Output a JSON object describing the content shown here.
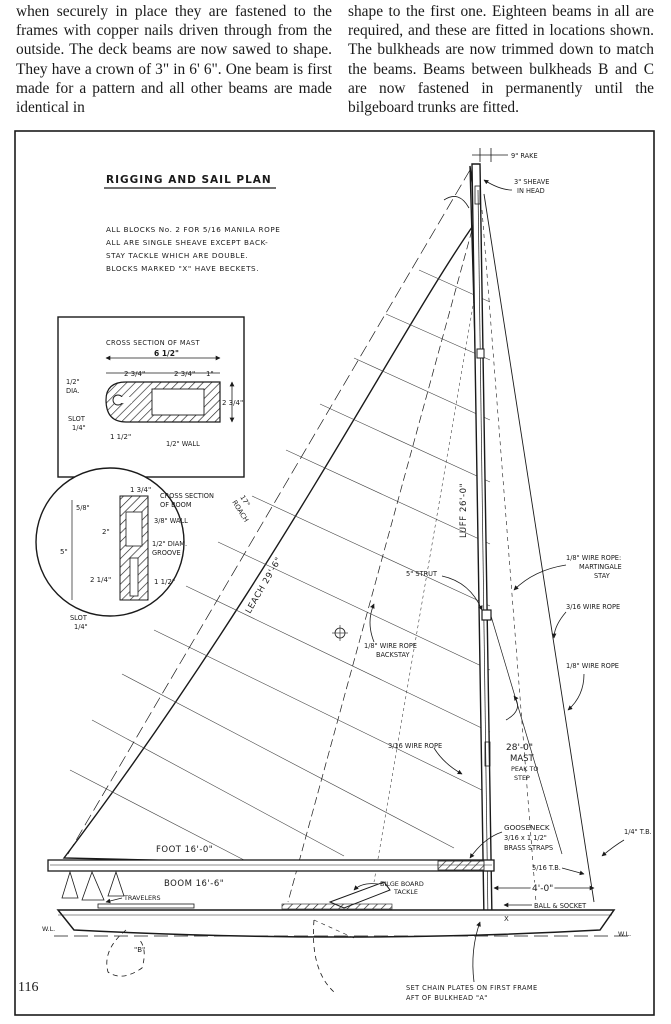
{
  "text_columns": {
    "left": "when securely in place they are fastened to the frames with copper nails driven through from the outside. The deck beams are now sawed to shape. They have a crown of 3\" in 6' 6\". One beam is first made for a pattern and all other beams are made identical in",
    "right": "shape to the first one. Eighteen beams in all are required, and these are fitted in locations shown. The bulkheads are now trimmed down to match the beams. Beams between bulkheads B and C are now fastened in permanently until the bilgeboard trunks are fitted."
  },
  "plan": {
    "title": "RIGGING AND SAIL PLAN",
    "notes": [
      "ALL BLOCKS No. 2 FOR 5/16 MANILA ROPE",
      "ALL ARE SINGLE SHEAVE EXCEPT BACK-",
      "STAY TACKLE WHICH ARE DOUBLE.",
      "BLOCKS MARKED \"X\" HAVE BECKETS."
    ]
  },
  "mast_section": {
    "title": "CROSS SECTION OF MAST",
    "overall_width": "6 1/2\"",
    "dim_a": "2 3/4\"",
    "dim_b": "2 3/4\"",
    "dim_c": "1\"",
    "depth": "2 3/4\"",
    "hole_label_1": "1/2\"",
    "hole_label_2": "DIA.",
    "slot_label": "SLOT",
    "slot_size": "1/4\"",
    "slot_depth": "1 1/2\"",
    "wall": "1/2\" WALL"
  },
  "boom_section": {
    "title_1": "CROSS SECTION",
    "title_2": "OF BOOM",
    "width": "1 3/4\"",
    "left_dim": "5/8\"",
    "wall": "3/8\" WALL",
    "upper_height": "2\"",
    "groove_1": "1/2\" DIAM.",
    "groove_2": "GROOVE",
    "total_height": "5\"",
    "lower_height": "2 1/4\"",
    "slot_depth": "1 1/2\"",
    "slot_label": "SLOT",
    "slot_size": "1/4\""
  },
  "labels": {
    "rake": "9\" RAKE",
    "sheave_1": "3\" SHEAVE",
    "sheave_2": "IN HEAD",
    "roach_1": "17\"",
    "roach_2": "ROACH",
    "luff": "LUFF 26'-0\"",
    "leach": "LEACH 29'-6\"",
    "strut": "5\" STRUT",
    "martingale_1": "1/8\" WIRE ROPE:",
    "martingale_2": "MARTINGALE",
    "martingale_3": "STAY",
    "wire_right_1": "3/16 WIRE ROPE",
    "wire_right_2": "1/8\" WIRE ROPE",
    "backstay_1": "1/8\" WIRE ROPE",
    "backstay_2": "BACKSTAY",
    "wire_mid": "3/16 WIRE ROPE",
    "mast_1": "28'-0\"",
    "mast_2": "MAST",
    "mast_3": "PEAK TO",
    "mast_4": "STEP",
    "gooseneck_1": "GOOSENECK",
    "gooseneck_2": "3/16 x 1 1/2\"",
    "gooseneck_3": "BRASS STRAPS",
    "tb_1": "1/4\" T.B.",
    "tb_2": "5/16 T.B.",
    "foot": "FOOT 16'-0\"",
    "boom": "BOOM 16'-6\"",
    "travelers": "TRAVELERS",
    "bilge_1": "BILGE BOARD",
    "bilge_2": "TACKLE",
    "four_ft": "4'-0\"",
    "ball_socket": "BALL & SOCKET",
    "wl_left": "W.L.",
    "wl_right": "W.L.",
    "b_mark": "\"B\"",
    "x_mark": "X",
    "chain_1": "SET CHAIN PLATES ON FIRST FRAME",
    "chain_2": "AFT OF BULKHEAD \"A\""
  },
  "page_number": "116"
}
